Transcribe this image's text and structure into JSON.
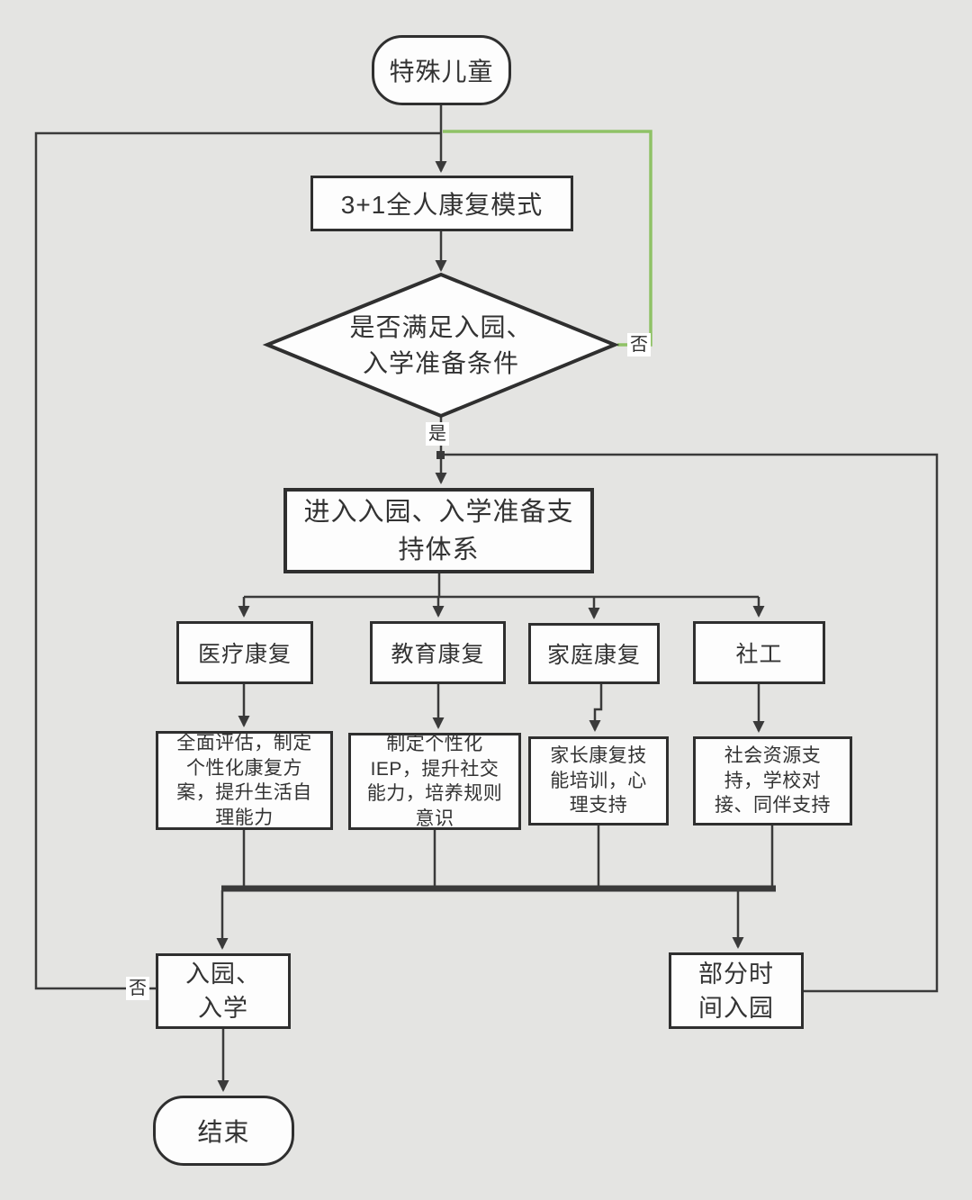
{
  "diagram": {
    "nodes": {
      "start": "特殊儿童",
      "model": "3+1全人康复模式",
      "decision": "是否满足入园、\n入学准备条件",
      "support": "进入入园、入学准备支\n持体系",
      "medical": "医疗康复",
      "education": "教育康复",
      "family": "家庭康复",
      "social": "社工",
      "medical_detail": "全面评估，制定\n个性化康复方\n案，提升生活自\n理能力",
      "education_detail": "制定个性化\nIEP，提升社交\n能力，培养规则\n意识",
      "family_detail": "家长康复技\n能培训，心\n理支持",
      "social_detail": "社会资源支\n持，学校对\n接、同伴支持",
      "enroll": "入园、\n入学",
      "partial": "部分时\n间入园",
      "end": "结束"
    },
    "edge_labels": {
      "yes": "是",
      "no_decision": "否",
      "no_enroll": "否"
    },
    "colors": {
      "background": "#e4e4e2",
      "line": "#3a3a3a",
      "no_branch_green": "#8fc266",
      "node_fill": "#fdfdfd",
      "node_border": "#2f2f2f"
    }
  }
}
